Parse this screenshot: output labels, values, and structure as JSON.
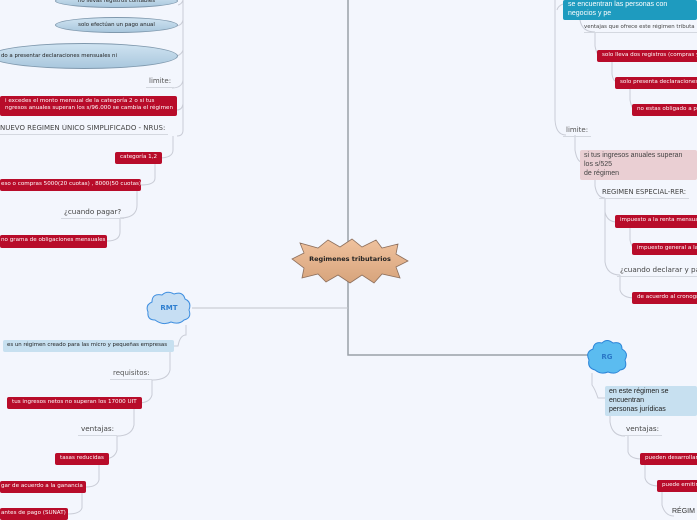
{
  "central": {
    "label": "Regimenes tributarios"
  },
  "nrus": {
    "items": [
      {
        "label": "no llevas registros contables"
      },
      {
        "label": "solo efectúan un pago anual"
      },
      {
        "label": "do a presentar declaraciones mensuales ni"
      }
    ],
    "limite_label": "limite:",
    "limite_text": [
      "i excedes el monto mensual de la categoría 2 o si tus",
      "ngresos anuales superan los s/96.000 se cambia el régimen"
    ],
    "title": "NUEVO RÉGIMEN ÚNICO SIMPLIFICADO - NRUS:",
    "categoria": "categoría 1,2",
    "cuotas": "eso o compras 5000(20 cuotas) , 8000(50 cuotas)",
    "cuando_label": "¿cuando pagar?",
    "cronograma": "no grama de obligaciones mensuales"
  },
  "rmt": {
    "title": "RMT",
    "desc": "es un régimen creado para las micro y pequeñas empresas",
    "requisitos_label": "requisitos:",
    "requisito": "tus ingresos netos no superan los 17000 UIT",
    "ventajas_label": "ventajas:",
    "ventajas": [
      "tasas reducidas",
      "gar de acuerdo a la ganancia",
      "antes de pago (SUNAT)"
    ]
  },
  "rer": {
    "desc": "se encuentran las personas con negocios y pe",
    "ventajas_label": "ventajas que ofrece este régimen tributa",
    "ventajas": [
      "solo lleva dos registros (compras y",
      "solo presenta declaraciones",
      "no estas obligado a pr"
    ],
    "limite_label": "limite:",
    "limite_text": [
      "si tus ingresos anuales superan los s/525",
      "de régimen"
    ],
    "title": "REGIMEN ESPECIAL-RER:",
    "impuestos": [
      "impuesto a la renta mensua",
      "impuesto general a la"
    ],
    "cuando_label": "¿cuando declarar y pa",
    "cronograma": "de acuerdo al cronogr"
  },
  "rg": {
    "title": "RG",
    "desc": [
      "en este régimen se encuentran",
      "personas jurídicas"
    ],
    "ventajas_label": "ventajas:",
    "ventajas": [
      "pueden desarrollar",
      "puede emitir"
    ],
    "next": "RÉGIM"
  },
  "colors": {
    "red": "#b80c2a",
    "teal": "#1e9bbf",
    "central": "#e8b48e",
    "cloud_rmt": "#c6def3",
    "cloud_rg": "#5bbcf0"
  }
}
